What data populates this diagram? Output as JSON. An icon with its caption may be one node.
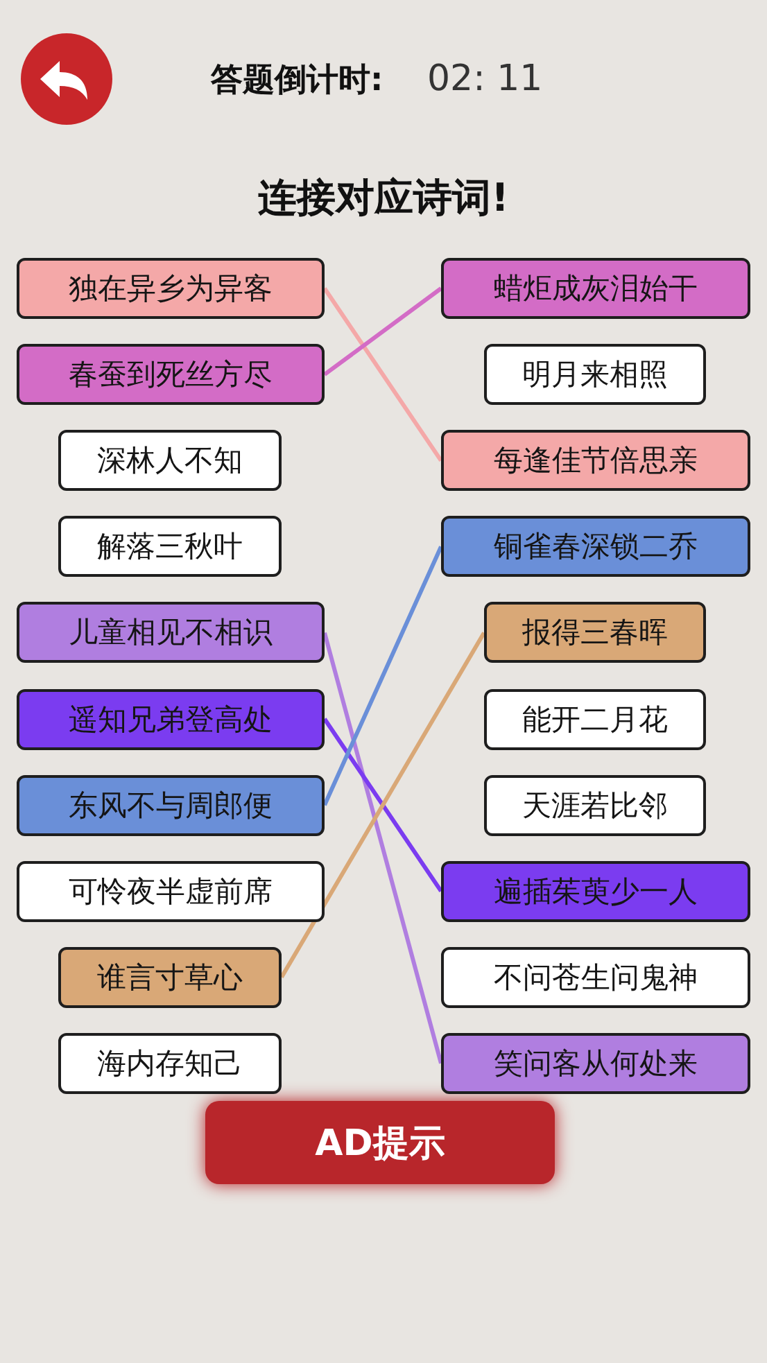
{
  "diagram": {
    "title": "连接对应诗词!",
    "nodes": [
      {
        "text": [
          "独在异乡为异客"
        ]
      },
      {
        "text": [
          "春蚕到死丝方尽"
        ]
      },
      {
        "text": [
          "深林人不知"
        ]
      },
      {
        "text": [
          "解落三秋叶"
        ]
      },
      {
        "text": [
          "儿童相见不相识"
        ]
      },
      {
        "text": [
          "遥知兄弟登高处"
        ]
      },
      {
        "text": [
          "东风不与周郎便"
        ]
      },
      {
        "text": [
          "可怜夜半虚前席"
        ]
      },
      {
        "text": [
          "谁言寸草心"
        ]
      },
      {
        "text": [
          "海内存知己"
        ]
      },
      {
        "text": [
          "蜡炬成灰泪始干"
        ]
      },
      {
        "text": [
          "明月来相照"
        ]
      },
      {
        "text": [
          "每逢佳节倍思亲"
        ]
      },
      {
        "text": [
          "铜雀春深锁二乔"
        ]
      },
      {
        "text": [
          "报得三春晖"
        ]
      },
      {
        "text": [
          "能开二月花"
        ]
      },
      {
        "text": [
          "天涯若比邻"
        ]
      },
      {
        "text": [
          "遍插茱萸少一人"
        ]
      },
      {
        "text": [
          "不问苍生问鬼神"
        ]
      },
      {
        "text": [
          "笑问客从何处来"
        ]
      }
    ],
    "edges": [
      {
        "from": 0,
        "to": 12,
        "arrow": "none",
        "color": "#f4a8a8"
      },
      {
        "from": 1,
        "to": 10,
        "arrow": "none",
        "color": "#d36cc6"
      },
      {
        "from": 4,
        "to": 19,
        "arrow": "none",
        "color": "#b07ee0"
      },
      {
        "from": 5,
        "to": 17,
        "arrow": "none",
        "color": "#7b3cf0"
      },
      {
        "from": 6,
        "to": 13,
        "arrow": "none",
        "color": "#6a8fd8"
      },
      {
        "from": 8,
        "to": 14,
        "arrow": "none",
        "color": "#d9a877"
      }
    ],
    "labels": [
      "答题倒计时:",
      "02: 11",
      "AD提示"
    ]
  }
}
